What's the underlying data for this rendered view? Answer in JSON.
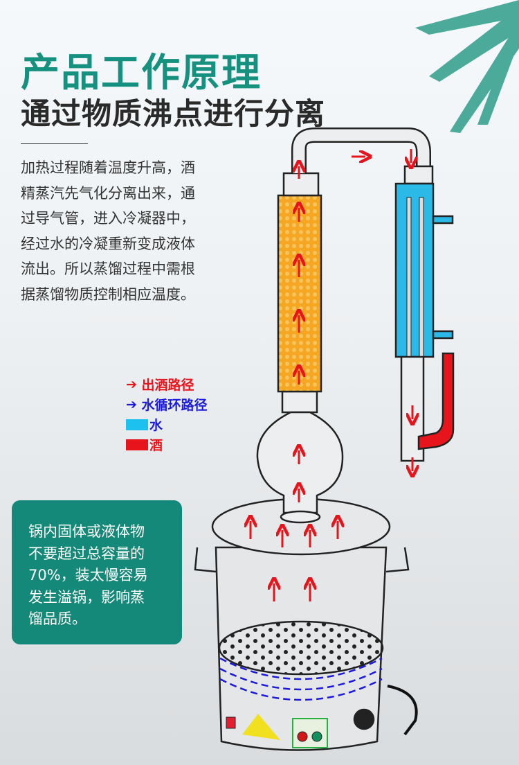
{
  "title": "产品工作原理",
  "subtitle": "通过物质沸点进行分离",
  "description": [
    "加热过程随着温度升高，酒",
    "精蒸汽先气化分离出来，通",
    "过导气管，进入冷凝器中，",
    "经过水的冷凝重新变成液体",
    "流出。所以蒸馏过程中需根",
    "据蒸馏物质控制相应温度。"
  ],
  "legend": {
    "alcohol_path": "出酒路径",
    "water_path": "水循环路径",
    "water": "水",
    "alcohol": "酒",
    "colors": {
      "alcohol": "#e8141b",
      "water_path": "#1a1ae0",
      "water": "#1ec0f0"
    }
  },
  "note": [
    "锅内固体或液体物",
    "不要超过总容量的",
    "70%，装太慢容易",
    "发生溢锅，影响蒸",
    "馏品质。"
  ]
}
